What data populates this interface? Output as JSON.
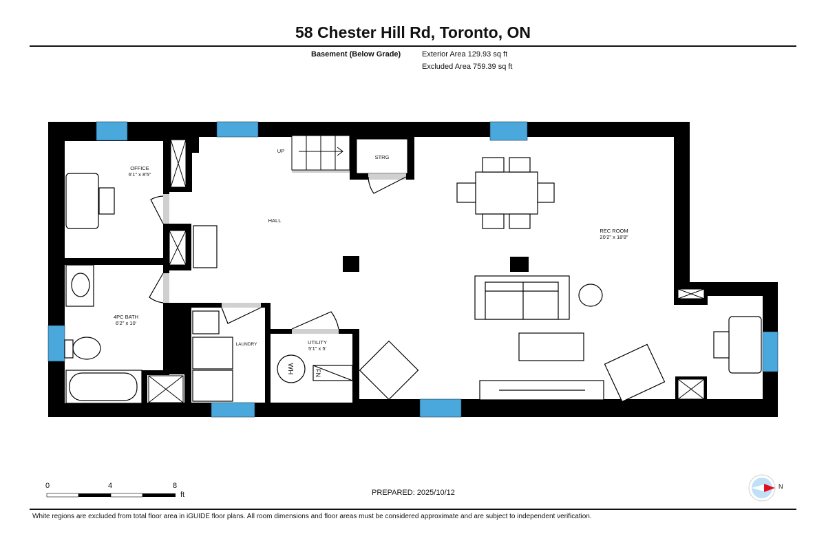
{
  "header": {
    "title": "58 Chester Hill Rd, Toronto, ON",
    "floor_name": "Basement (Below Grade)",
    "exterior_area": "Exterior Area 129.93 sq ft",
    "excluded_area": "Excluded Area 759.39 sq ft"
  },
  "rooms": {
    "office": {
      "name": "OFFICE",
      "dims": "6'1\" x 8'5\""
    },
    "hall": {
      "name": "HALL"
    },
    "up": "UP",
    "storage": {
      "name": "STRG"
    },
    "rec_room": {
      "name": "REC ROOM",
      "dims": "20'2\" x 18'8\""
    },
    "bath": {
      "name": "4PC BATH",
      "dims": "6'2\" x 10'"
    },
    "laundry": {
      "name": "LAUNDRY"
    },
    "utility": {
      "name": "UTILITY",
      "dims": "5'1\" x 5'"
    },
    "water_heater": "WH",
    "furnace": "FN"
  },
  "scale_bar": {
    "ticks": [
      "0",
      "4",
      "8"
    ],
    "unit": "ft"
  },
  "compass": {
    "label": "N"
  },
  "footer": {
    "prepared": "PREPARED: 2025/10/12",
    "disclaimer": "White regions are excluded from total floor area in iGUIDE floor plans. All room dimensions and floor areas must be considered approximate and are subject to independent verification."
  },
  "colors": {
    "wall": "#000000",
    "window": "#4aa8dc",
    "door_opening": "#d0d0d0"
  }
}
